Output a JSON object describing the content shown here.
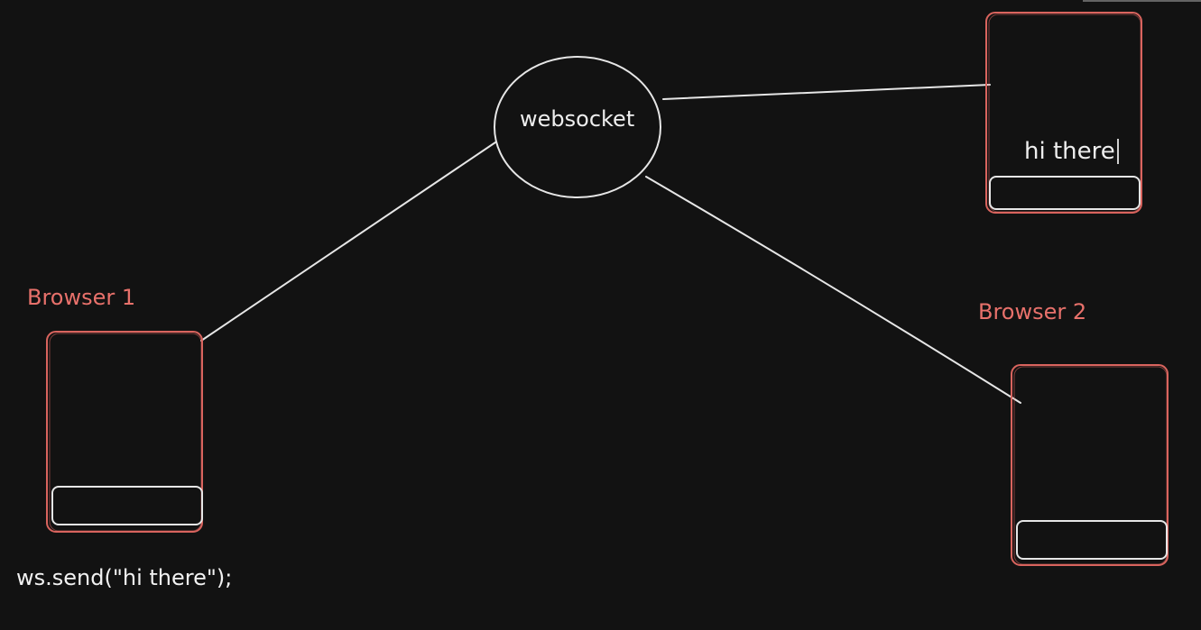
{
  "diagram": {
    "hub": {
      "label": "websocket"
    },
    "browsers": [
      {
        "id": "browser-1",
        "label": "Browser 1"
      },
      {
        "id": "browser-2",
        "label": "Browser 2"
      }
    ],
    "receiver_message": "hi there",
    "code_snippet": "ws.send(\"hi there\");",
    "colors": {
      "background": "#121212",
      "browser_outline": "#d9645e",
      "browser_label": "#e8716b",
      "line": "#e6e6e6",
      "text": "#eeeeee"
    }
  }
}
